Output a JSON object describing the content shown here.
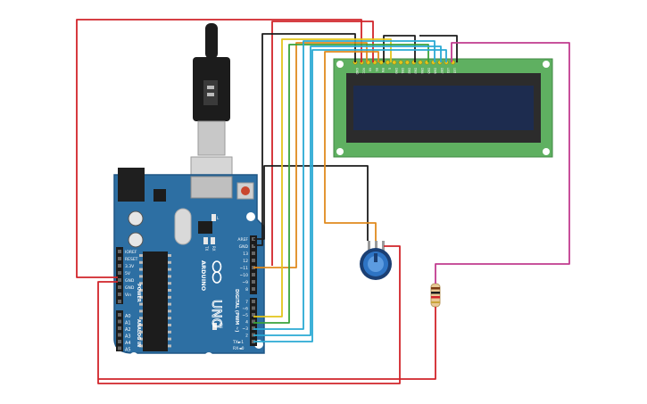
{
  "colors": {
    "background": "#ffffff",
    "board": "#2d6fa3",
    "board_edge": "#1f5685",
    "lcd_pcb": "#5fb061",
    "lcd_screen": "#1d2c4f",
    "wire_red": "#d1242a",
    "wire_black": "#1c1c1c",
    "wire_orange": "#e08a1e",
    "wire_yellow": "#e3c51b",
    "wire_green": "#3aa33a",
    "wire_blue": "#2aa9d4",
    "wire_magenta": "#c13b8f",
    "pot_body": "#2e74c4"
  },
  "board": {
    "brand": "ARDUINO",
    "model": "UNO",
    "power_label": "POWER",
    "analog_label": "ANALOG IN",
    "digital_label": "DIGITAL (PWM ~)",
    "tx_label": "TX",
    "rx_label": "RX",
    "l_label": "L",
    "on_label": "ON",
    "tx_pin_label": "TX►1",
    "rx_pin_label": "RX◄0",
    "power_pins": [
      "IOREF",
      "RESET",
      "3.3V",
      "5V",
      "GND",
      "GND",
      "Vin"
    ],
    "analog_pins": [
      "A0",
      "A1",
      "A2",
      "A3",
      "A4",
      "A5"
    ],
    "digital_top_pins": [
      "AREF",
      "GND",
      "13",
      "12",
      "~11",
      "~10",
      "~9",
      "8"
    ],
    "digital_bottom_pins": [
      "7",
      "~6",
      "~5",
      "4",
      "~3",
      "2"
    ]
  },
  "lcd": {
    "pin_labels": [
      "GND",
      "VCC",
      "V0",
      "RS",
      "RW",
      "E",
      "DB0",
      "DB1",
      "DB2",
      "DB3",
      "DB4",
      "DB5",
      "DB6",
      "DB7",
      "LED",
      "LED"
    ]
  },
  "icons": {
    "usb": "usb-plug-icon",
    "reset": "reset-button-icon",
    "logo": "infinity-logo-icon"
  }
}
